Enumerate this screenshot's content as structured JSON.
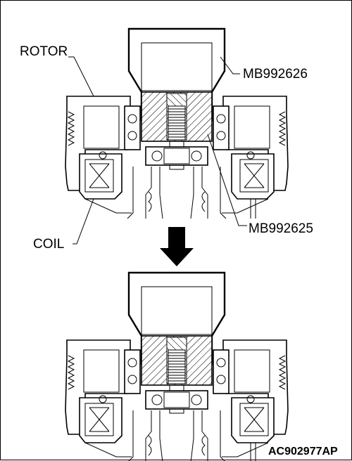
{
  "labels": {
    "rotor": "ROTOR",
    "coil": "COIL",
    "tool_upper": "MB992626",
    "tool_lower": "MB992625"
  },
  "figure_code": "AC902977AP",
  "colors": {
    "line": "#000000",
    "background": "#ffffff"
  },
  "icons": {
    "transition": "arrow-down-icon"
  }
}
